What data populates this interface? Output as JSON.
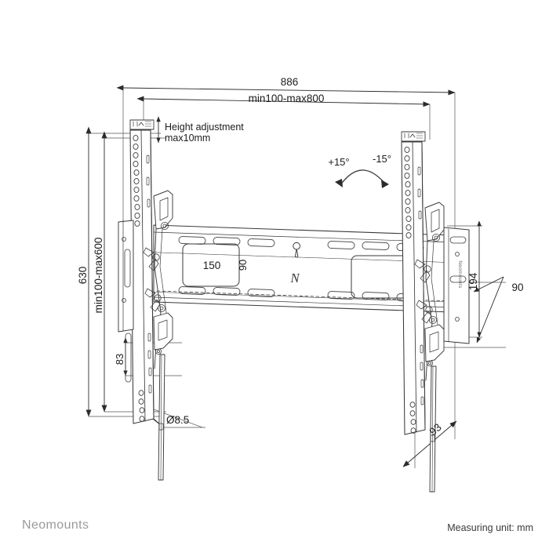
{
  "drawing": {
    "title": "Neomounts flat tilting TV wall mount - technical drawing",
    "measuring_unit_note": "Measuring unit: mm",
    "brand": "Neomounts",
    "line_color": "#3a3a3a",
    "dimension_color": "#2b2b2b",
    "brand_color": "#9a9a9a"
  },
  "dimensions": {
    "overall_width": "886",
    "width_range": "min100-max800",
    "overall_height": "630",
    "height_range": "min100-max600",
    "plate_width": "150",
    "plate_height": "90",
    "slot_height": "83",
    "depth_top": "194",
    "depth_mid": "90",
    "depth_bottom": "93",
    "hole_diameter": "Ø8.5"
  },
  "annotations": {
    "height_adjustment_line1": "Height adjustment",
    "height_adjustment_line2": "max10mm",
    "tilt_positive": "+15°",
    "tilt_negative": "-15°",
    "bracket_brand_mark": "Neomounts",
    "logo_mark": "N"
  }
}
